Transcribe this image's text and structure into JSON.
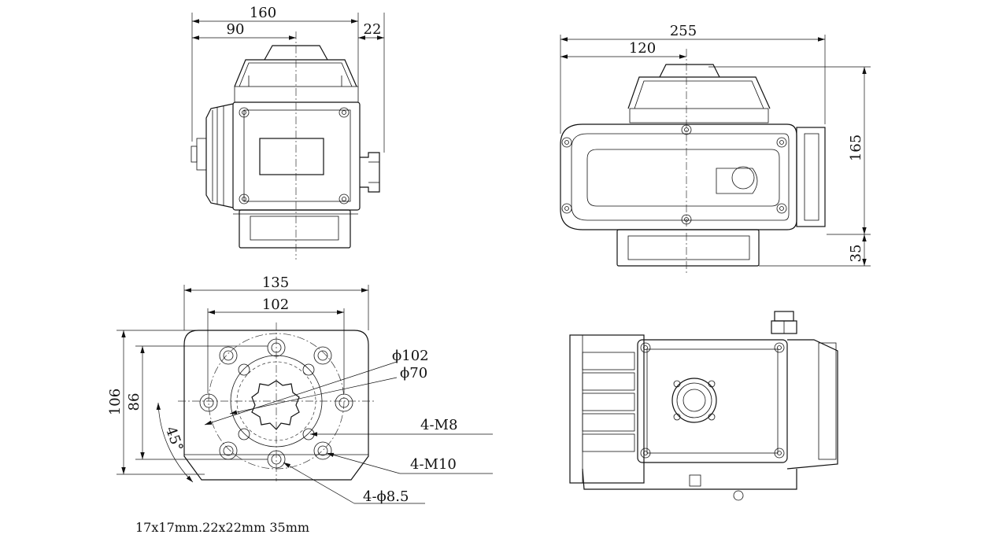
{
  "views": {
    "side": {
      "dim_width": "160",
      "dim_center": "90",
      "dim_gland": "22"
    },
    "front": {
      "dim_width": "255",
      "dim_center": "120",
      "dim_height": "165",
      "dim_base": "35"
    },
    "base": {
      "dim_outer": "135",
      "dim_inner": "102",
      "dim_height_outer": "106",
      "dim_height_inner": "86",
      "angle": "45°",
      "pcd_outer": "ϕ102",
      "pcd_inner": "ϕ70",
      "thread_m8": "4-M8",
      "thread_m10": "4-M10",
      "hole_dia": "4-ϕ8.5"
    }
  },
  "footnote": "17x17mm.22x22mm 35mm"
}
